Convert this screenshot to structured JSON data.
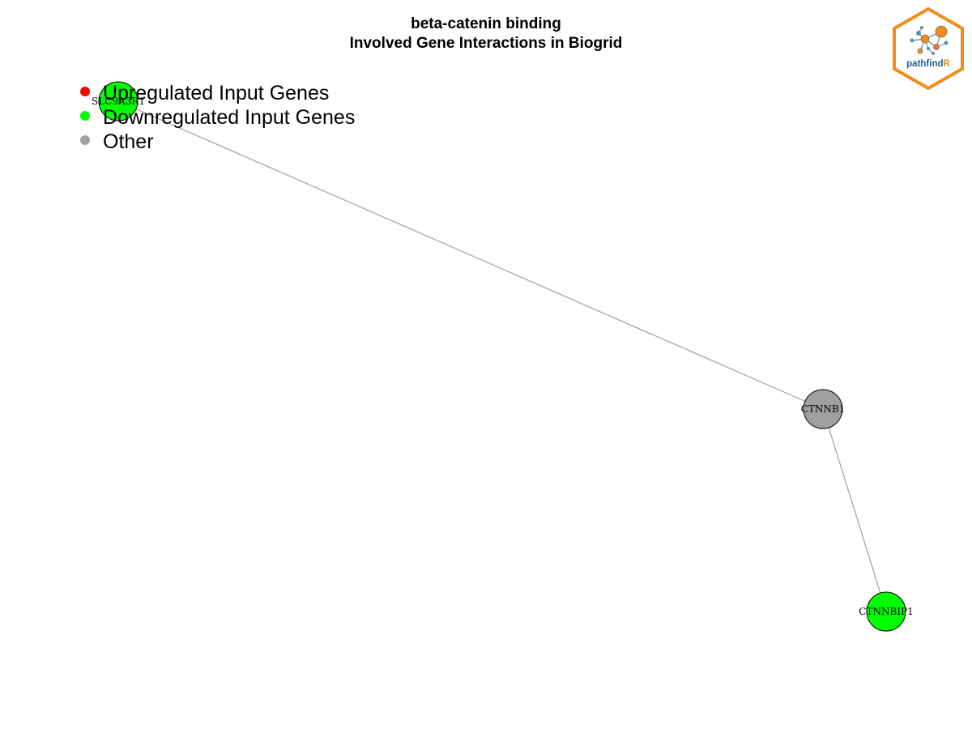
{
  "title": {
    "line1": "beta-catenin binding",
    "line2": "Involved Gene Interactions in Biogrid"
  },
  "legend": [
    {
      "label": "Upregulated Input Genes",
      "color": "#ff0000"
    },
    {
      "label": "Downregulated Input Genes",
      "color": "#00ff00"
    },
    {
      "label": "Other",
      "color": "#a0a0a0"
    }
  ],
  "network": {
    "nodes": [
      {
        "id": "SLC9A3R1",
        "group": "downregulated",
        "color": "#00ff00"
      },
      {
        "id": "CTNNB1",
        "group": "other",
        "color": "#a0a0a0"
      },
      {
        "id": "CTNNBIP1",
        "group": "downregulated",
        "color": "#00ff00"
      }
    ],
    "edges": [
      {
        "source": "SLC9A3R1",
        "target": "CTNNB1"
      },
      {
        "source": "CTNNB1",
        "target": "CTNNBIP1"
      }
    ],
    "edge_color": "#a0a0a0"
  },
  "logo": {
    "text_main": "pathfind",
    "text_accent": "R",
    "main_color": "#1f5f8b",
    "accent_color": "#f28c1c"
  }
}
